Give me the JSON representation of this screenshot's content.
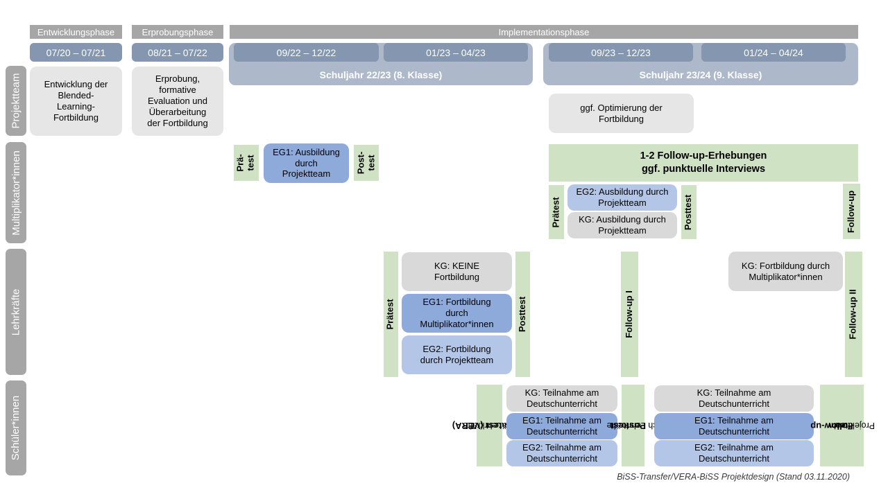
{
  "colors": {
    "phase_bar": "#a6a6a6",
    "date_bar": "#8496b0",
    "sy_bar": "#adb9ca",
    "row_label": "#a6a6a6",
    "info_box": "#e7e6e6",
    "kg_box": "#d9d9d9",
    "eg1_box": "#8eaadb",
    "eg2_box": "#b4c6e7",
    "green_box": "#d0e2c4"
  },
  "header": {
    "phases": [
      "Entwicklungsphase",
      "Erprobungsphase",
      "Implementationsphase"
    ],
    "date_ranges": [
      "07/20 – 07/21",
      "08/21 – 07/22",
      "09/22 – 12/22",
      "01/23 – 04/23",
      "09/23 – 12/23",
      "01/24 – 04/24"
    ],
    "school_years": [
      "Schuljahr 22/23 (8. Klasse)",
      "Schuljahr 23/24 (9. Klasse)"
    ]
  },
  "row_labels": [
    "Projektteam",
    "Multiplikator*innen",
    "Lehrkräfte",
    "Schüler*innen"
  ],
  "projektteam": {
    "development": "Entwicklung der\nBlended-\nLearning-\nFortbildung",
    "erprobung": "Erprobung,\nformative\nEvaluation und\nÜberarbeitung\nder Fortbildung",
    "optimierung": "ggf. Optimierung der\nFortbildung"
  },
  "multiplikatoren": {
    "praetest_short": "Prä-\ntest",
    "eg1_ausbildung": "EG1: Ausbildung\ndurch\nProjektteam",
    "posttest_short": "Post-\ntest",
    "followup_header": "1-2 Follow-up-Erhebungen\nggf. punktuelle Interviews",
    "praetest": "Prätest",
    "eg2_ausbildung": "EG2: Ausbildung durch\nProjektteam",
    "kg_ausbildung": "KG: Ausbildung durch\nProjektteam",
    "posttest": "Posttest",
    "followup": "Follow-up"
  },
  "lehrkraefte": {
    "praetest": "Prätest",
    "kg_keine": "KG: KEINE\nFortbildung",
    "eg1_fortbildung": "EG1: Fortbildung\ndurch\nMultiplikator*innen",
    "eg2_fortbildung": "EG2: Fortbildung\ndurch Projektteam",
    "posttest": "Posttest",
    "followup1": "Follow-up I",
    "kg_fortbildung": "KG: Fortbildung durch\nMultiplikator*innen",
    "followup2": "Follow-up II"
  },
  "schueler": {
    "praetest_bold": "Prätest (VERA)",
    "praetest_sub": "durch  Lehrkräfte",
    "kg_teilnahme": "KG: Teilnahme am\nDeutschunterricht",
    "eg1_teilnahme": "EG1: Teilnahme am\nDeutschunterricht",
    "eg2_teilnahme": "EG2: Teilnahme am\nDeutschunterricht",
    "posttest_bold": "Posttest",
    "posttest_sub": "durch  Lehrkräfte",
    "followup_bold": "Follow-up",
    "followup_sub1": "durch",
    "followup_sub2": "Projektteam"
  },
  "footer": "BiSS-Transfer/VERA-BiSS Projektdesign (Stand 03.11.2020)"
}
